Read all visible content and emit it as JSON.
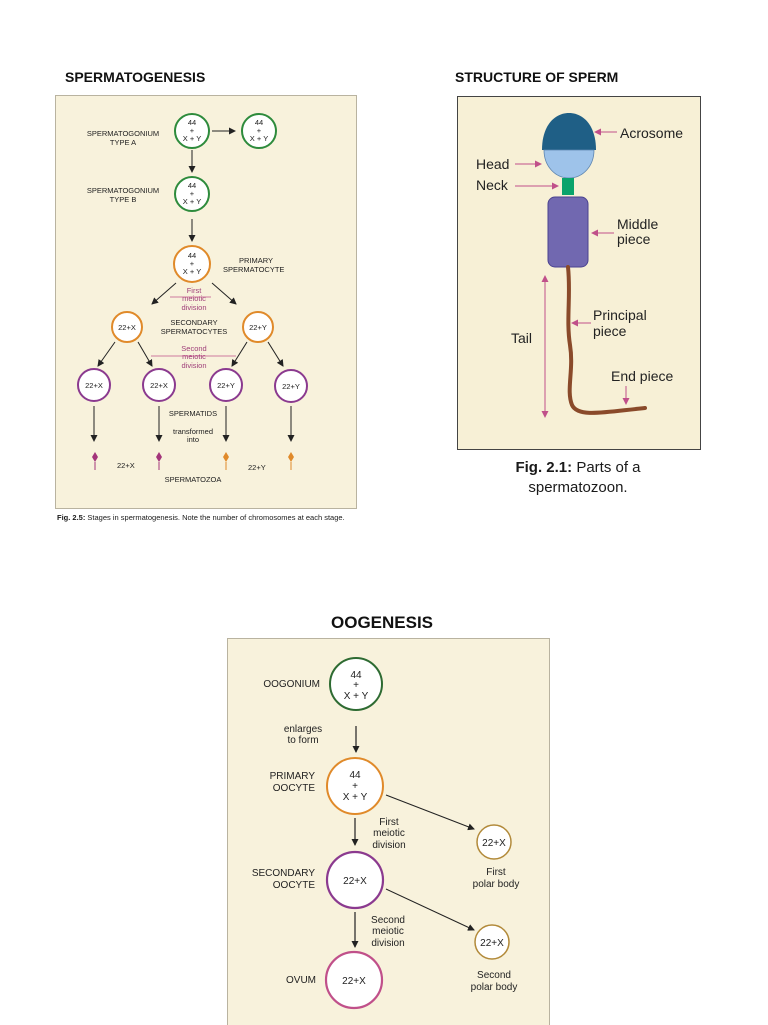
{
  "headings": {
    "spermatogenesis": "SPERMATOGENESIS",
    "sperm_structure": "STRUCTURE OF SPERM",
    "oogenesis": "OOGENESIS"
  },
  "colors": {
    "green": "#2e8b3c",
    "orange": "#e08a2a",
    "purple": "#8b3a8f",
    "sperm_head": "#1f5f86",
    "sperm_head_light": "#9ec3ea",
    "sperm_neck": "#0aa36b",
    "sperm_middle": "#7168b0",
    "sperm_tail": "#8a4a2a",
    "annotation_arrow": "#c0508a"
  },
  "spermatogenesis": {
    "karyotype_num": "44",
    "karyotype_plus": "+",
    "karyotype_xy": "X + Y",
    "spermatogonium_a": [
      "SPERMATOGONIUM",
      "TYPE A"
    ],
    "spermatogonium_b": [
      "SPERMATOGONIUM",
      "TYPE B"
    ],
    "primary": [
      "PRIMARY",
      "SPERMATOCYTE"
    ],
    "first_division": [
      "First",
      "meiotic",
      "division"
    ],
    "secondary": [
      "SECONDARY",
      "SPERMATOCYTES"
    ],
    "second_division": [
      "Second",
      "meiotic",
      "division"
    ],
    "sec_x": "22+X",
    "sec_y": "22+Y",
    "spermatid_labels": [
      "22+X",
      "22+X",
      "22+Y",
      "22+Y"
    ],
    "spermatids": "SPERMATIDS",
    "transformed": [
      "transformed",
      "into"
    ],
    "zoa_x": "22+X",
    "zoa_y": "22+Y",
    "spermatozoa": "SPERMATOZOA",
    "caption_bold": "Fig. 2.5:",
    "caption_text": " Stages in spermatogenesis. Note the number of chromosomes at each stage."
  },
  "sperm": {
    "acrosome": "Acrosome",
    "head": "Head",
    "neck": "Neck",
    "middle": [
      "Middle",
      "piece"
    ],
    "principal": [
      "Principal",
      "piece"
    ],
    "tail": "Tail",
    "end": "End piece",
    "caption_bold": "Fig. 2.1:",
    "caption_text": " Parts of a",
    "caption_line2": "spermatozoon."
  },
  "oogenesis": {
    "oogonium": "OOGONIUM",
    "karyotype_num": "44",
    "karyotype_plus": "+",
    "karyotype_xy": "X + Y",
    "enlarges": [
      "enlarges",
      "to form"
    ],
    "primary": [
      "PRIMARY",
      "OOCYTE"
    ],
    "first_division": [
      "First",
      "meiotic",
      "division"
    ],
    "secondary": [
      "SECONDARY",
      "OOCYTE"
    ],
    "sec_label": "22+X",
    "first_polar": "22+X",
    "first_polar_label": [
      "First",
      "polar body"
    ],
    "second_division": [
      "Second",
      "meiotic",
      "division"
    ],
    "ovum": "OVUM",
    "ovum_label": "22+X",
    "second_polar": "22+X",
    "second_polar_label": [
      "Second",
      "polar body"
    ]
  }
}
